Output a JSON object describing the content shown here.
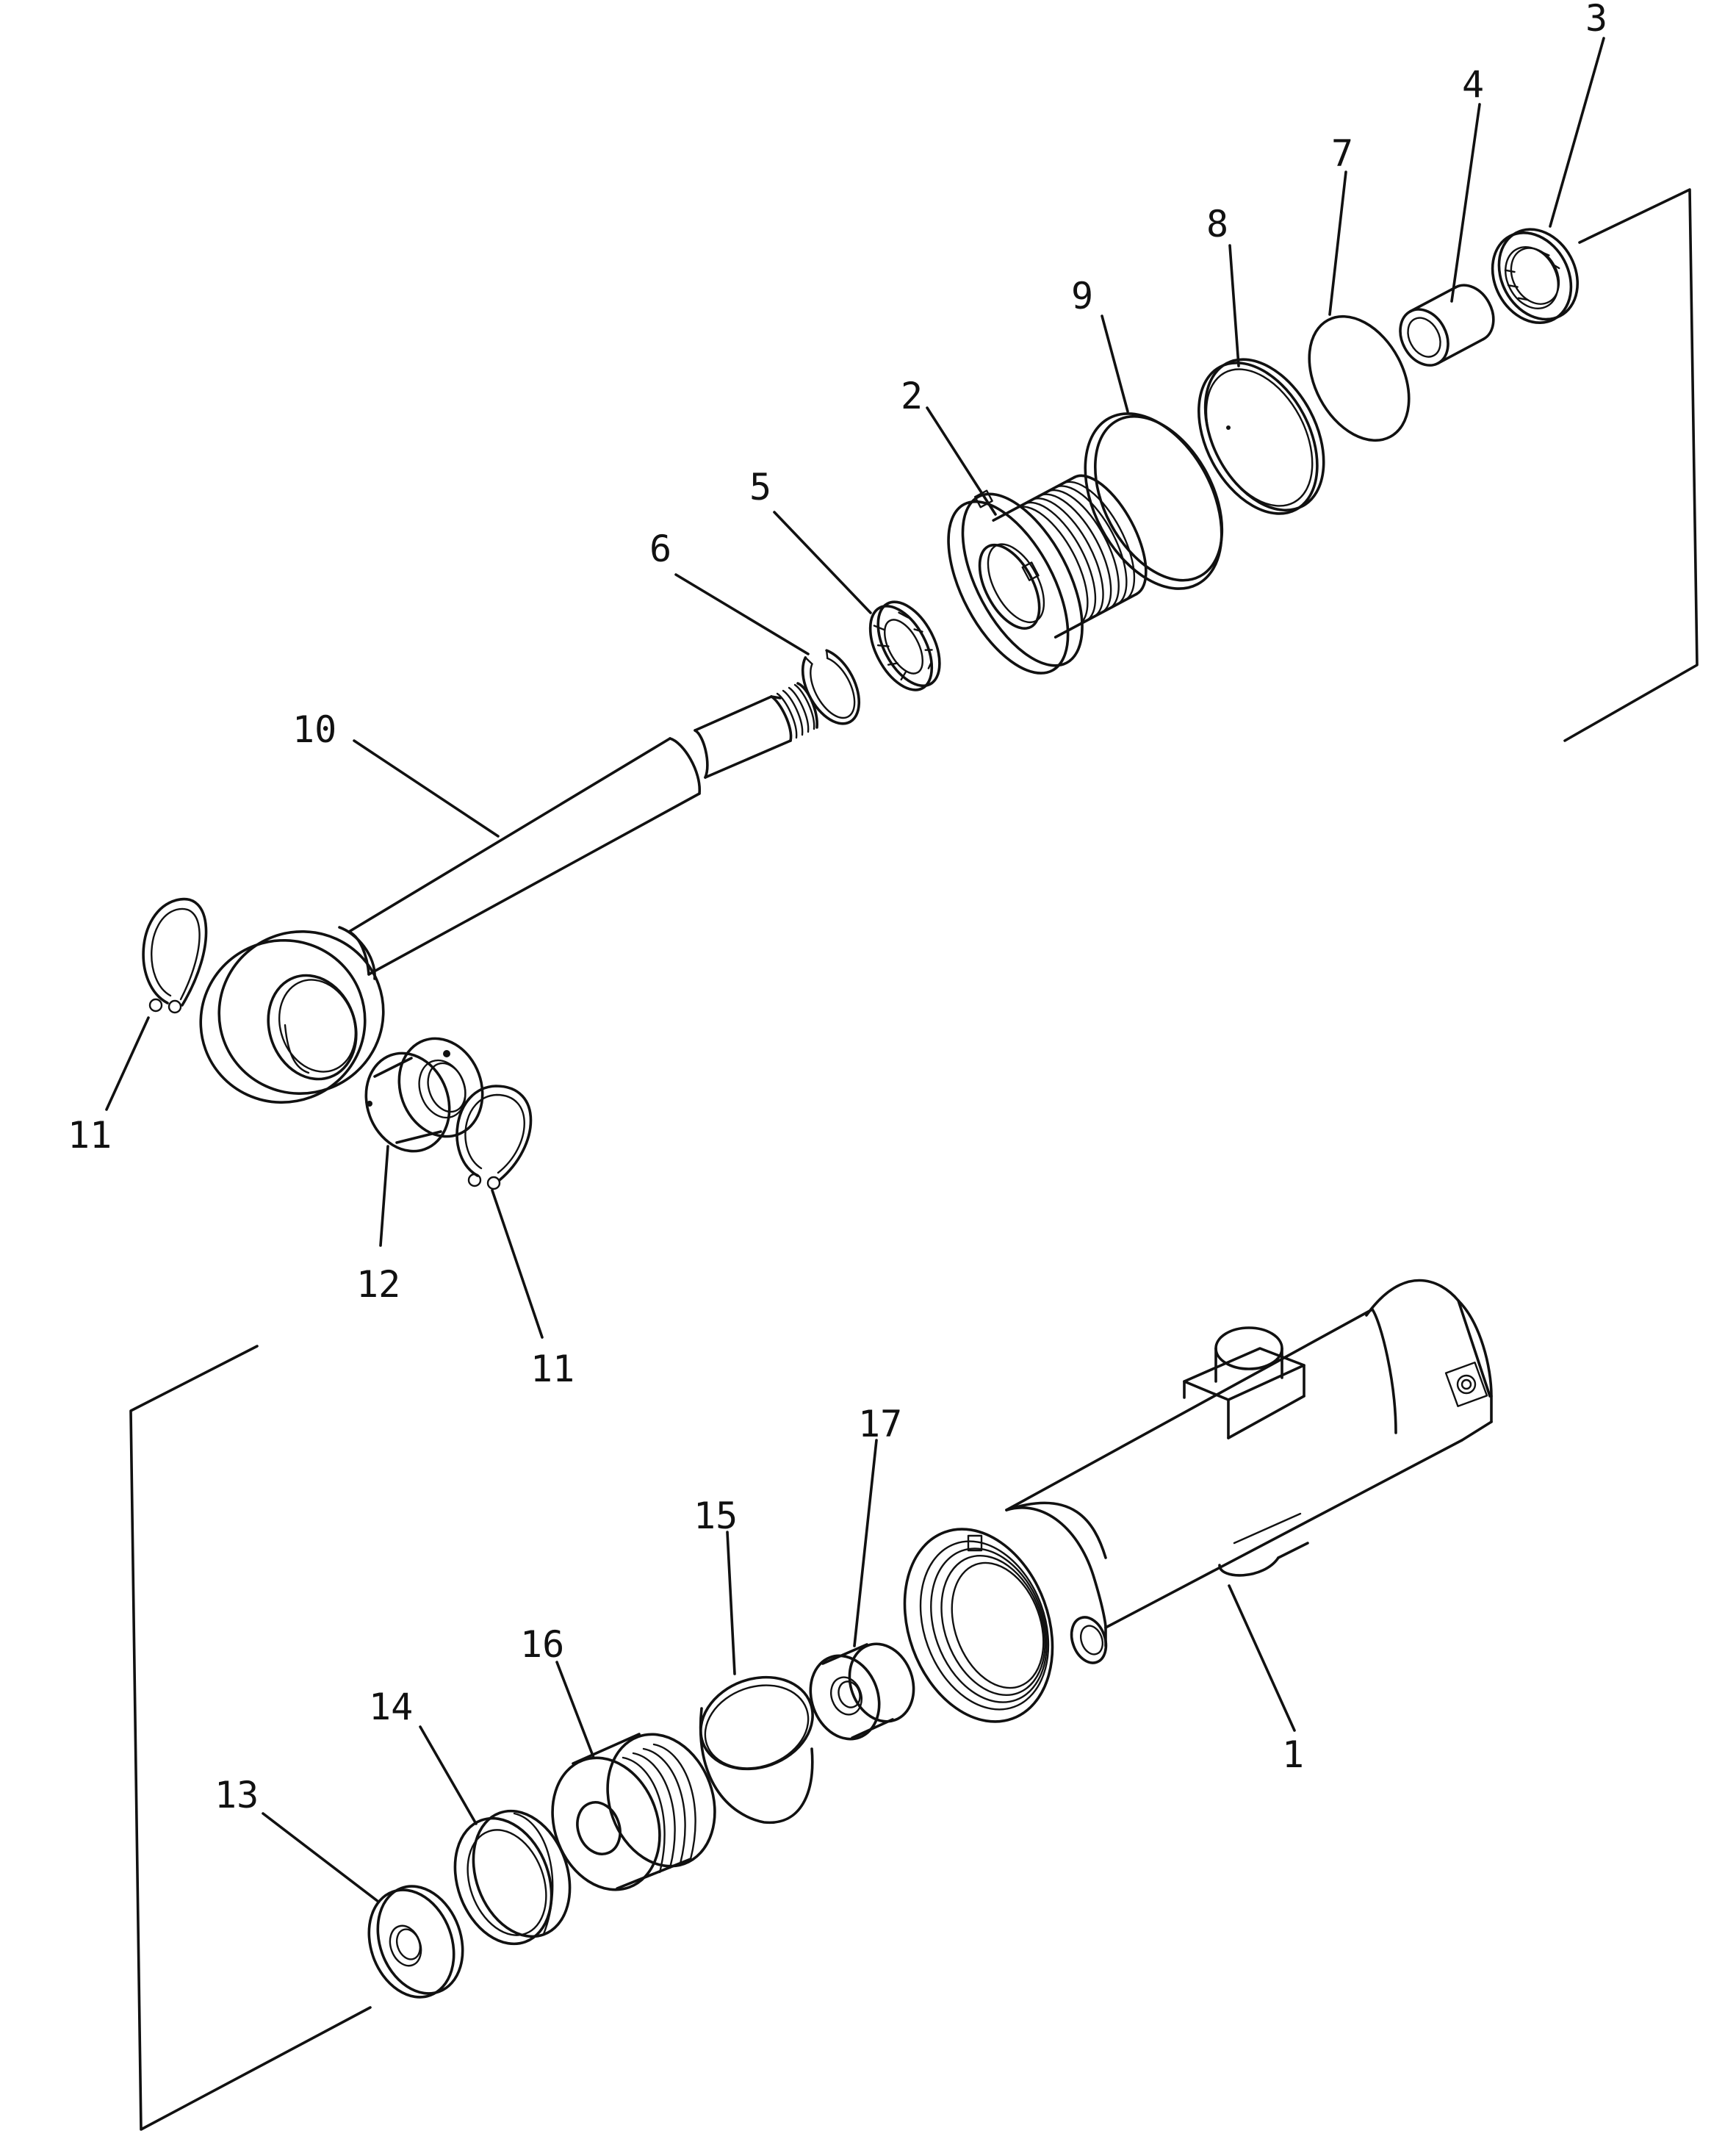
{
  "diagram": {
    "callouts": [
      {
        "id": "c1",
        "text": "1"
      },
      {
        "id": "c2",
        "text": "2"
      },
      {
        "id": "c3",
        "text": "3"
      },
      {
        "id": "c4",
        "text": "4"
      },
      {
        "id": "c5",
        "text": "5"
      },
      {
        "id": "c6",
        "text": "6"
      },
      {
        "id": "c7",
        "text": "7"
      },
      {
        "id": "c8",
        "text": "8"
      },
      {
        "id": "c9",
        "text": "9"
      },
      {
        "id": "c10",
        "text": "10"
      },
      {
        "id": "c11a",
        "text": "11"
      },
      {
        "id": "c11b",
        "text": "11"
      },
      {
        "id": "c12",
        "text": "12"
      },
      {
        "id": "c13",
        "text": "13"
      },
      {
        "id": "c14",
        "text": "14"
      },
      {
        "id": "c15",
        "text": "15"
      },
      {
        "id": "c16",
        "text": "16"
      },
      {
        "id": "c17",
        "text": "17"
      }
    ],
    "parts": [
      {
        "name": "cylinder-tube"
      },
      {
        "name": "cylinder-head"
      },
      {
        "name": "dust-seal"
      },
      {
        "name": "bushing"
      },
      {
        "name": "rod-seal"
      },
      {
        "name": "snap-ring"
      },
      {
        "name": "o-ring"
      },
      {
        "name": "backup-ring"
      },
      {
        "name": "head-o-ring"
      },
      {
        "name": "piston-rod"
      },
      {
        "name": "retaining-ring"
      },
      {
        "name": "spherical-bushing"
      },
      {
        "name": "washer"
      },
      {
        "name": "wear-ring"
      },
      {
        "name": "piston-seal"
      },
      {
        "name": "piston"
      },
      {
        "name": "piston-nut"
      }
    ]
  }
}
